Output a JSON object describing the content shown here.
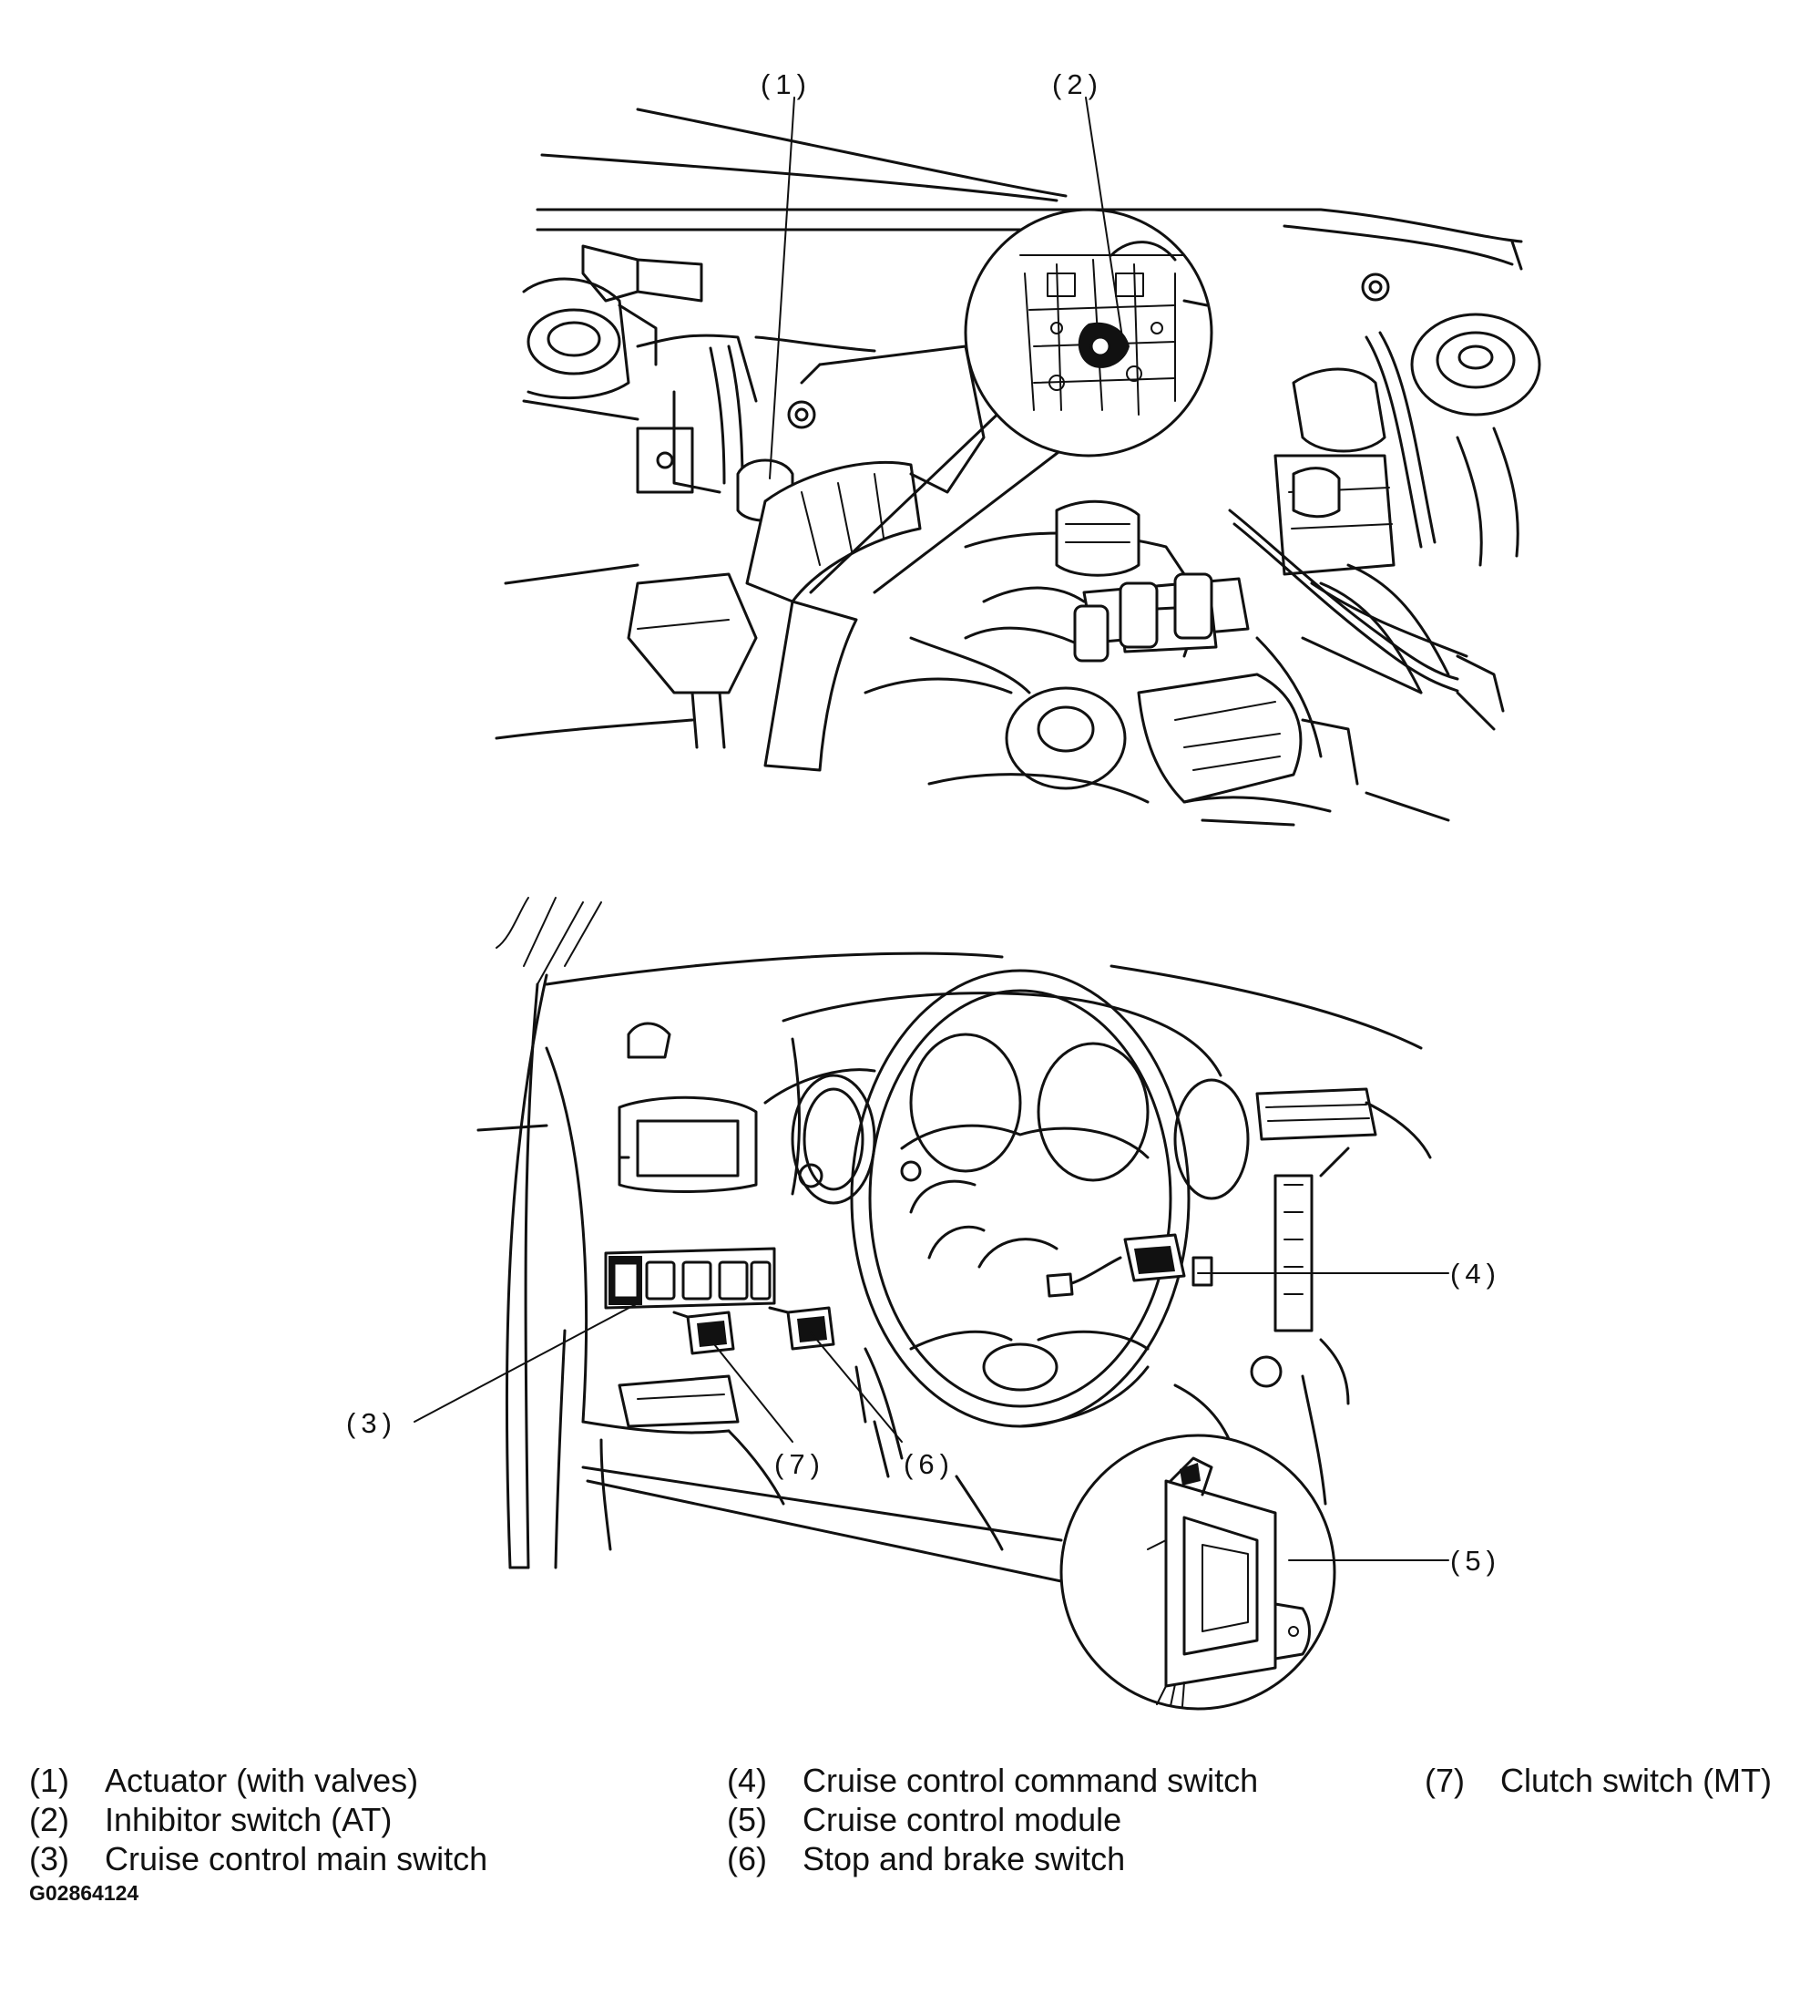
{
  "callouts": [
    {
      "number": "(1)"
    },
    {
      "number": "(2)"
    },
    {
      "number": "(3)"
    },
    {
      "number": "(4)"
    },
    {
      "number": "(5)"
    },
    {
      "number": "(6)"
    },
    {
      "number": "(7)"
    }
  ],
  "legend": [
    {
      "number": "(1)",
      "label": "Actuator (with valves)"
    },
    {
      "number": "(2)",
      "label": "Inhibitor switch (AT)"
    },
    {
      "number": "(3)",
      "label": "Cruise control main switch"
    },
    {
      "number": "(4)",
      "label": "Cruise control command switch"
    },
    {
      "number": "(5)",
      "label": "Cruise control module"
    },
    {
      "number": "(6)",
      "label": "Stop and brake switch"
    },
    {
      "number": "(7)",
      "label": "Clutch switch (MT)"
    }
  ],
  "figure_code": "G02864124"
}
